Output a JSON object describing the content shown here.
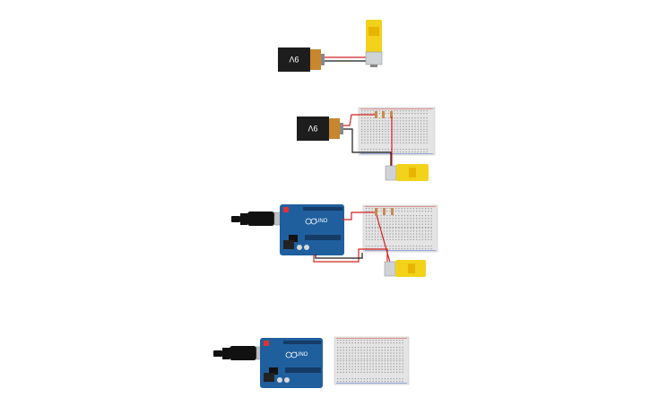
{
  "canvas": {
    "background": "#ffffff"
  },
  "labels": {
    "battery_voltage": "9V",
    "arduino_brand": "UNO",
    "arduino_model": "UNO"
  },
  "colors": {
    "battery_body": "#1d1d1d",
    "battery_cap": "#c8862e",
    "motor_body": "#f2d21a",
    "motor_shaft": "#e9b400",
    "motor_metal": "#cfd3d6",
    "breadboard": "#e4e4e4",
    "breadboard_hole": "#9a9a9a",
    "breadboard_rail_red": "#d53a3a",
    "breadboard_rail_blue": "#4b6fcf",
    "arduino_board": "#1f5f9e",
    "arduino_dark": "#153c66",
    "wire_red": "#d42020",
    "wire_black": "#1a1a1a",
    "usb_cable": "#111111",
    "resistor": "#c98a4a"
  },
  "circuits": [
    {
      "id": "battery-motor"
    },
    {
      "id": "battery-breadboard-motor"
    },
    {
      "id": "arduino-breadboard-motor"
    },
    {
      "id": "arduino-breadboard"
    }
  ]
}
